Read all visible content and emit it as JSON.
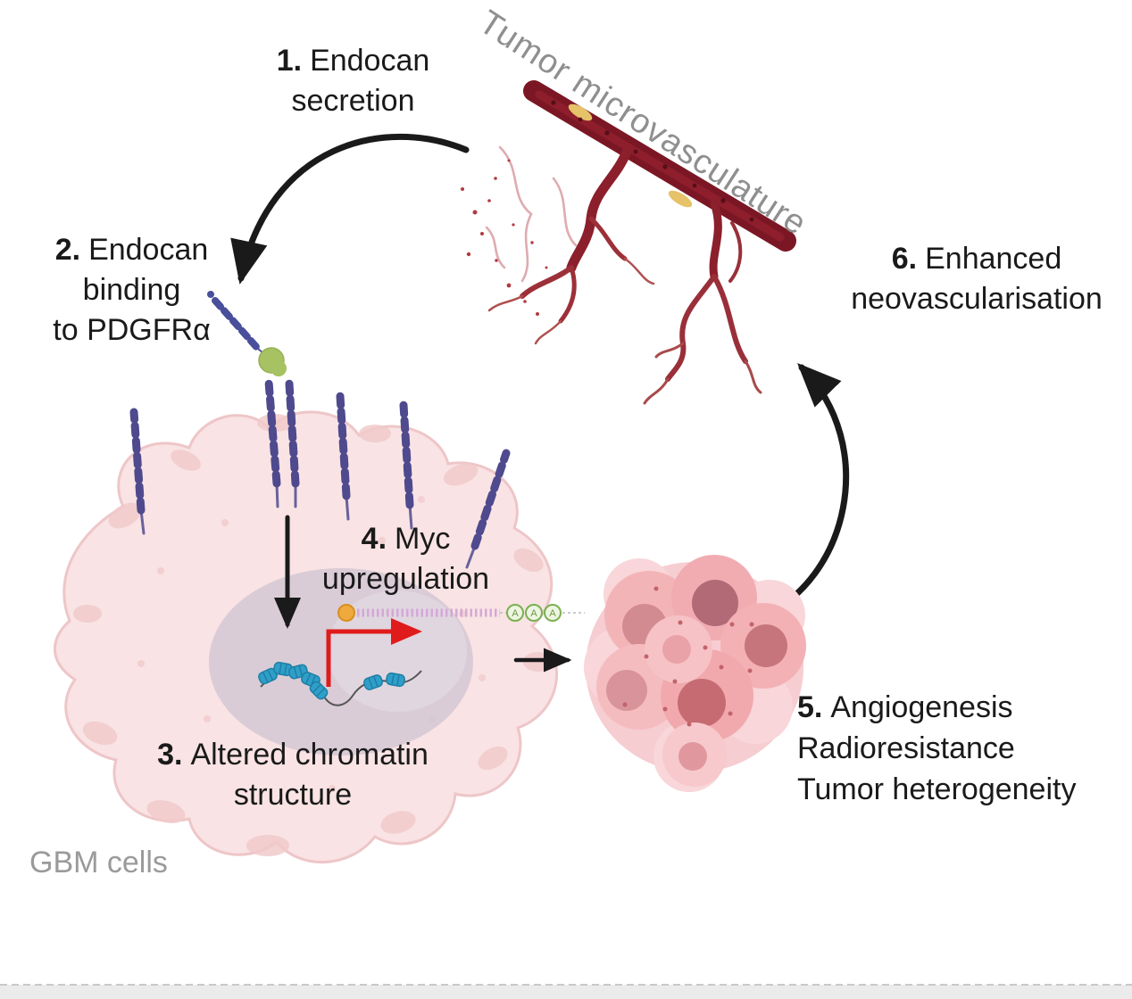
{
  "labels": {
    "step1": {
      "num": "1.",
      "lines": [
        "Endocan",
        "secretion"
      ]
    },
    "step2": {
      "num": "2.",
      "lines": [
        "Endocan",
        "binding",
        "to PDGFRα"
      ]
    },
    "step3": {
      "num": "3.",
      "lines": [
        "Altered chromatin",
        "structure"
      ]
    },
    "step4": {
      "num": "4.",
      "lines": [
        "Myc",
        "upregulation"
      ]
    },
    "step5": {
      "num": "5.",
      "lines": [
        "Angiogenesis",
        "Radioresistance",
        "Tumor heterogeneity"
      ]
    },
    "step6": {
      "num": "6.",
      "lines": [
        "Enhanced",
        "neovascularisation"
      ]
    },
    "vasculature": "Tumor microvasculature",
    "gbm": "GBM cells"
  },
  "art": {
    "polyA": "A"
  },
  "colors": {
    "label_text": "#1a1a1a",
    "muted_text": "#8f8f8f",
    "vessel_red": "#7b1724",
    "branch_red": "#8c1f2c",
    "cell_pink": "#f9e3e4",
    "nucleus_mauve": "#d2c6d2",
    "receptor_purple": "#4f4a8e",
    "endocan_green": "#a6c262",
    "chromatin_blue": "#2f9fc9",
    "transcription_red": "#e01b1b",
    "arrow_black": "#1a1a1a",
    "spheroid_pink": "#f1acb2"
  }
}
